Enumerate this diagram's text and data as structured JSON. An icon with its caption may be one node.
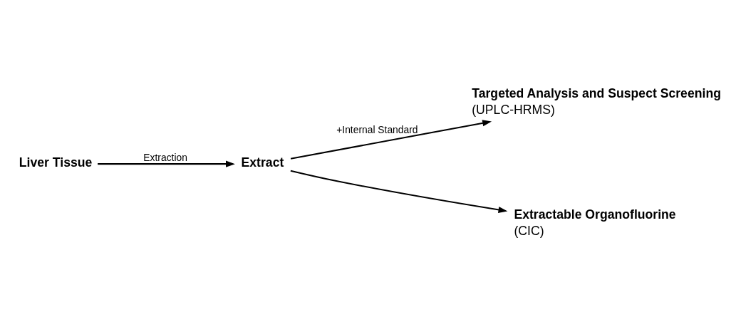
{
  "diagram": {
    "nodes": [
      {
        "text": [
          "Liver Tissue"
        ]
      },
      {
        "text": [
          "Extract"
        ]
      },
      {
        "text": [
          "Targeted Analysis and Suspect Screening",
          "(UPLC-HRMS)"
        ]
      },
      {
        "text": [
          "Extractable Organofluorine",
          "(CIC)"
        ]
      }
    ],
    "edges": [
      {
        "from": 0,
        "to": 1,
        "arrow": "to",
        "label": "Extraction"
      },
      {
        "from": 1,
        "to": 2,
        "arrow": "to",
        "label": "+Internal Standard"
      },
      {
        "from": 1,
        "to": 3,
        "arrow": "to"
      }
    ]
  }
}
